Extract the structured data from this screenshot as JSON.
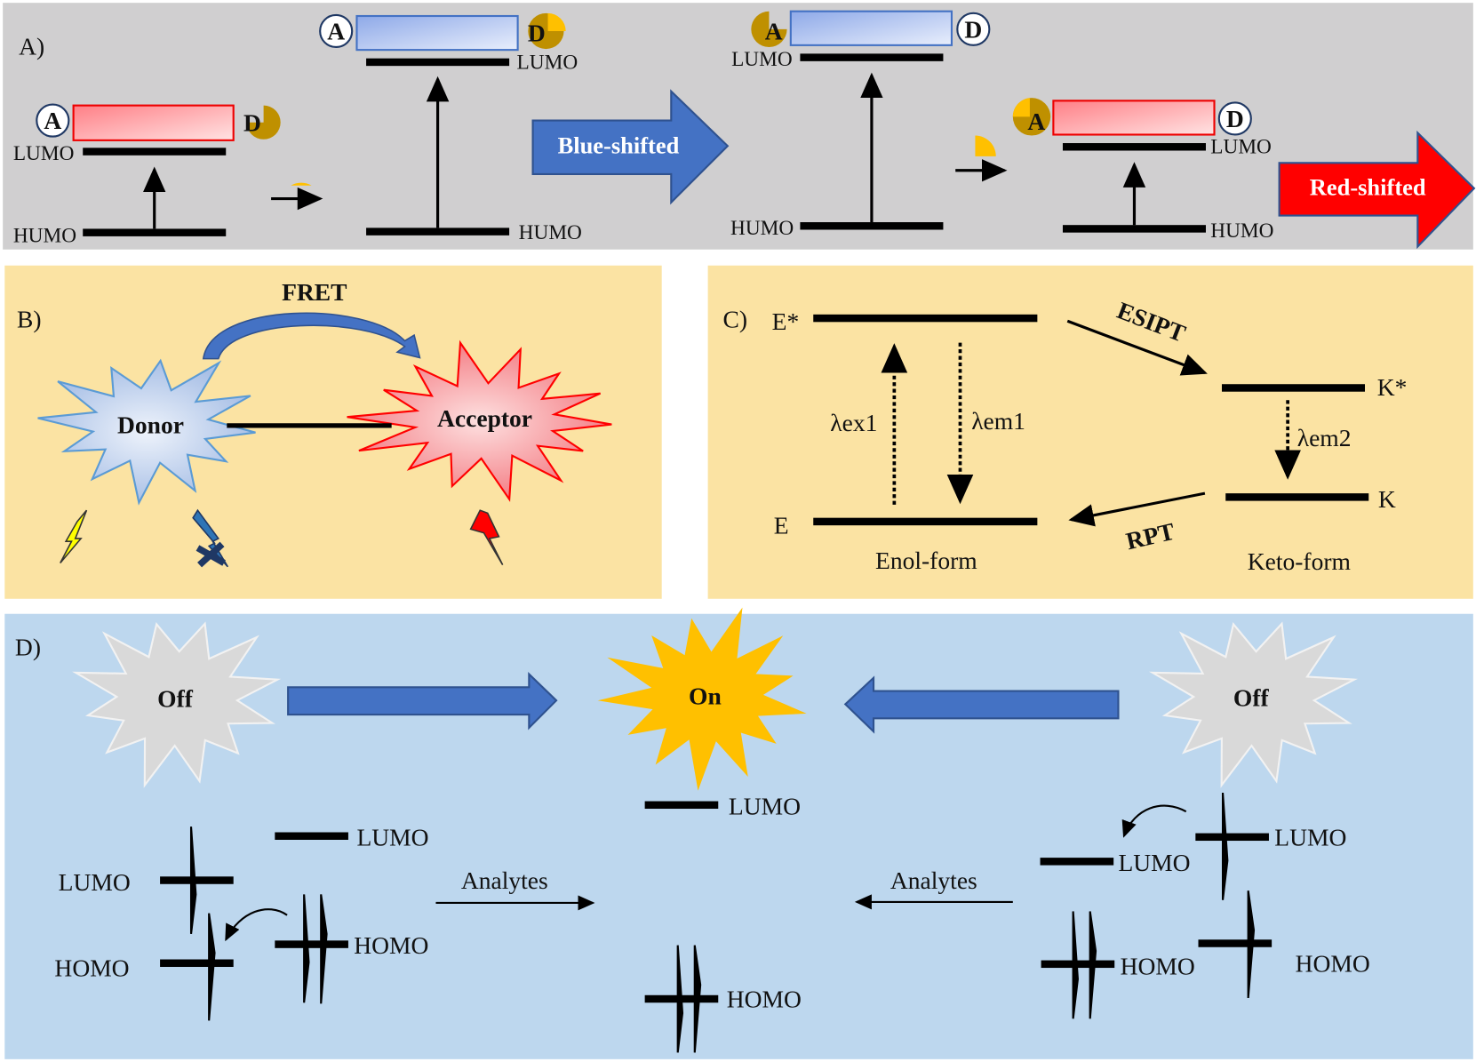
{
  "panel_a": {
    "label": "A)",
    "acceptor": "A",
    "donor": "D",
    "lumo": "LUMO",
    "humo": "HUMO",
    "blue_shift": "Blue-shifted",
    "red_shift": "Red-shifted"
  },
  "panel_b": {
    "label": "B)",
    "fret": "FRET",
    "donor": "Donor",
    "acceptor": "Acceptor"
  },
  "panel_c": {
    "label": "C)",
    "e_star": "E*",
    "e": "E",
    "k_star": "K*",
    "k": "K",
    "esipt": "ESIPT",
    "rpt": "RPT",
    "lex1": "λex1",
    "lem1": "λem1",
    "lem2": "λem2",
    "enol": "Enol-form",
    "keto": "Keto-form"
  },
  "panel_d": {
    "label": "D)",
    "off": "Off",
    "on": "On",
    "lumo": "LUMO",
    "homo": "HOMO",
    "analytes": "Analytes"
  },
  "colors": {
    "panel_a_bg": "#d0cfd0",
    "panel_bc_bg": "#fbe3a3",
    "panel_d_bg": "#bdd7ee",
    "blue_arrow": "#4472c4",
    "red_arrow": "#ff0000",
    "on_star": "#ffc000",
    "off_star": "#d9d9d9"
  }
}
